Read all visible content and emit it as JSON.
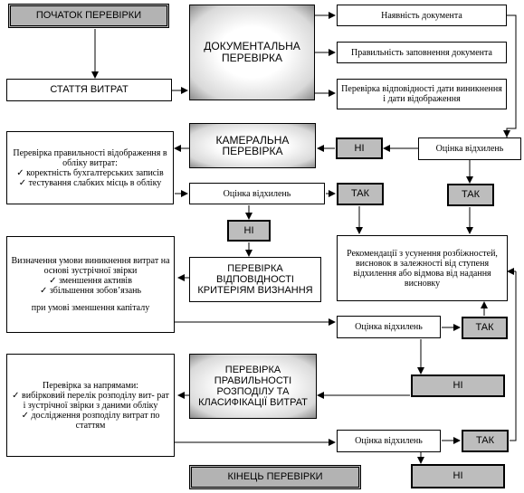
{
  "start": "ПОЧАТОК ПЕРЕВІРКИ",
  "end": "КІНЕЦЬ ПЕРЕВІРКИ",
  "stattia": "СТАТТЯ ВИТРАТ",
  "doc_check": "ДОКУМЕНТАЛЬНА ПЕРЕВІРКА",
  "doc_items": [
    "Наявність документа",
    "Правильність заповнення документа",
    "Перевірка відповідності дати виникнення і дати відображення"
  ],
  "assess1": "Оцінка відхилень",
  "ni1": "НІ",
  "tak1": "ТАК",
  "cameral": "КАМЕРАЛЬНА ПЕРЕВІРКА",
  "cameral_text": {
    "title": "Перевірка правильності відображення в обліку витрат:",
    "items": [
      "✓ коректність бухгалтерських записів",
      "✓ тестування слабких місць в обліку"
    ]
  },
  "assess2": "Оцінка відхилень",
  "tak2": "ТАК",
  "ni2": "НІ",
  "recommend": "Рекомендації з усунення розбіжностей, висновок в залежності від ступеня відхилення або відмова від надання висновку",
  "criterion": "ПЕРЕВІРКА ВІДПОВІДНОСТІ КРИТЕРІЯМ ВИЗНАННЯ",
  "criterion_text": {
    "title": "Визначення умови виникнення витрат на основі зустрічної звірки",
    "items": [
      "✓ зменшення активів",
      "✓ збільшення зобов’язань"
    ],
    "footer": "при умові зменшення капіталу"
  },
  "assess3": "Оцінка відхилень",
  "tak3": "ТАК",
  "ni3": "НІ",
  "distribution": "ПЕРЕВІРКА ПРАВИЛЬНОСТІ РОЗПОДІЛУ ТА КЛАСИФІКАЦІЇ ВИТРАТ",
  "distribution_text": {
    "title": "Перевірка за напрямами:",
    "items": [
      "✓ вибірковий перелік розподілу вит- рат і зустрічної звірки з даними обліку",
      "✓ дослідження розподілу витрат по статтям"
    ]
  },
  "assess4": "Оцінка відхилень",
  "tak4": "ТАК",
  "ni4": "НІ"
}
